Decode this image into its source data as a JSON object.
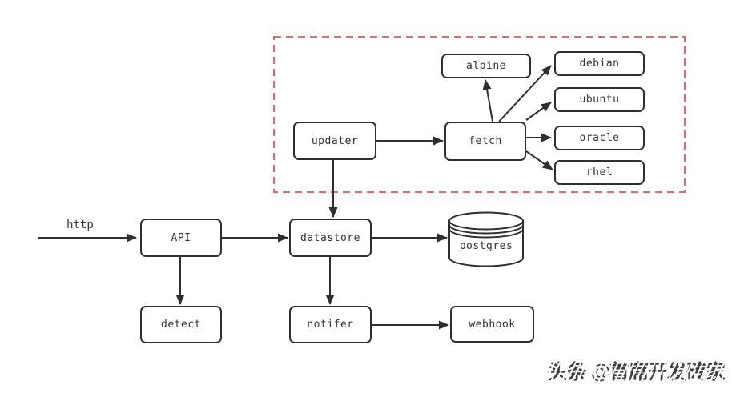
{
  "diagram": {
    "nodes": {
      "updater": {
        "label": "updater"
      },
      "fetch": {
        "label": "fetch"
      },
      "alpine": {
        "label": "alpine"
      },
      "debian": {
        "label": "debian"
      },
      "ubuntu": {
        "label": "ubuntu"
      },
      "oracle": {
        "label": "oracle"
      },
      "rhel": {
        "label": "rhel"
      },
      "api": {
        "label": "API"
      },
      "datastore": {
        "label": "datastore"
      },
      "detect": {
        "label": "detect"
      },
      "notifer": {
        "label": "notifer"
      },
      "postgres": {
        "label": "postgres",
        "shape": "database-cylinder"
      },
      "webhook": {
        "label": "webhook"
      }
    },
    "edge_labels": {
      "http": "http"
    },
    "edges": [
      {
        "from": "http-inbound",
        "to": "API",
        "label": "http"
      },
      {
        "from": "API",
        "to": "datastore"
      },
      {
        "from": "API",
        "to": "detect"
      },
      {
        "from": "updater",
        "to": "fetch"
      },
      {
        "from": "updater",
        "to": "datastore"
      },
      {
        "from": "fetch",
        "to": "alpine"
      },
      {
        "from": "fetch",
        "to": "debian"
      },
      {
        "from": "fetch",
        "to": "ubuntu"
      },
      {
        "from": "fetch",
        "to": "oracle"
      },
      {
        "from": "fetch",
        "to": "rhel"
      },
      {
        "from": "datastore",
        "to": "postgres"
      },
      {
        "from": "datastore",
        "to": "notifer"
      },
      {
        "from": "notifer",
        "to": "webhook"
      }
    ],
    "watermark": "头条 @首席开发砖家",
    "colors": {
      "node_border": "#2f2f2f",
      "arrow": "#2f2f2f",
      "group_dashed_border": "#e06b6b",
      "text": "#333333",
      "watermark": "#3d3d3d",
      "background": "#ffffff"
    }
  }
}
